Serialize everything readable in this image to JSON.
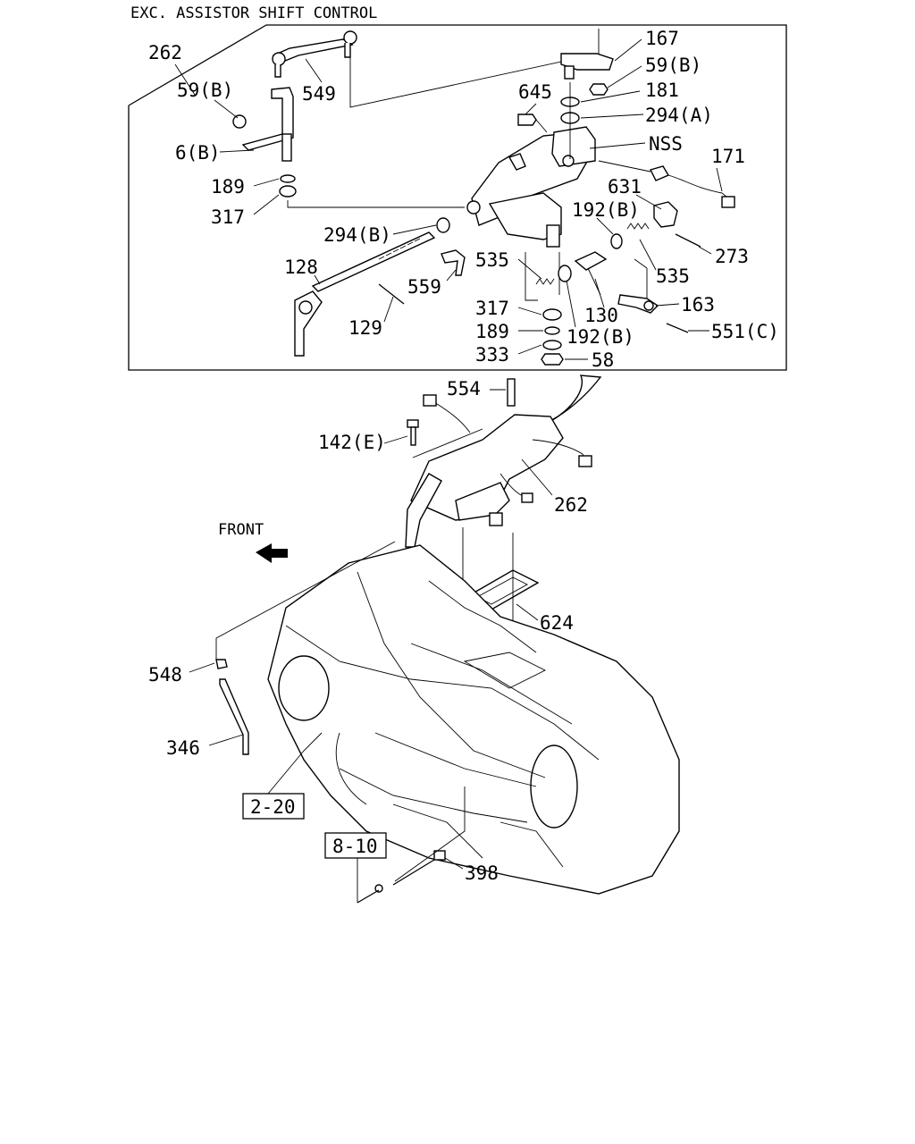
{
  "title": "EXC. ASSISTOR SHIFT CONTROL",
  "front_label": "FRONT",
  "callouts": {
    "c262_top": "262",
    "c59b_left": "59(B)",
    "c549": "549",
    "c6b": "6(B)",
    "c189_left": "189",
    "c317_left": "317",
    "c294b_left": "294(B)",
    "c128": "128",
    "c559": "559",
    "c129": "129",
    "c167": "167",
    "c59b_right": "59(B)",
    "c645": "645",
    "c181": "181",
    "c294a": "294(A)",
    "cnss": "NSS",
    "c171": "171",
    "c631": "631",
    "c192b_top": "192(B)",
    "c273": "273",
    "c535_left": "535",
    "c535_right": "535",
    "c163": "163",
    "c130": "130",
    "c551c": "551(C)",
    "c317_mid": "317",
    "c189_mid": "189",
    "c192b_bottom": "192(B)",
    "c333": "333",
    "c58": "58",
    "c554": "554",
    "c142e": "142(E)",
    "c262_mid": "262",
    "c624": "624",
    "c548": "548",
    "c346": "346",
    "c398": "398"
  },
  "reference_boxes": {
    "ref_2_20": "2-20",
    "ref_8_10": "8-10"
  }
}
